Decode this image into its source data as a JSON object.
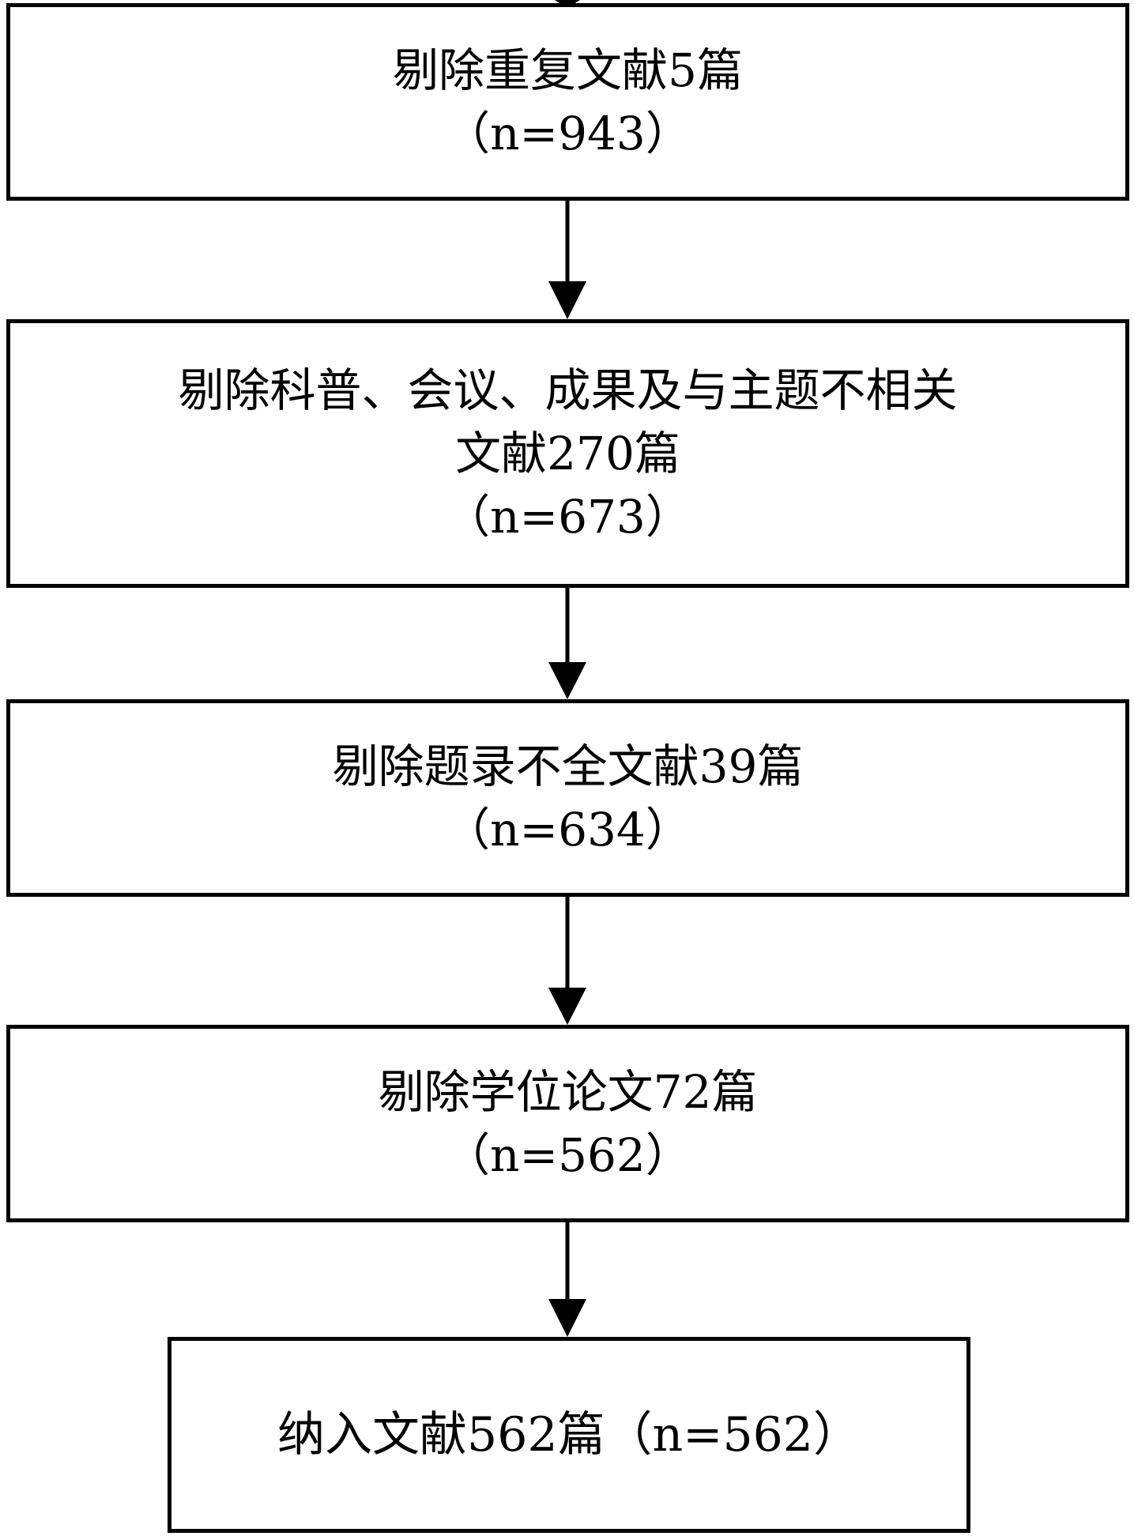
{
  "boxes": [
    {
      "lines": [
        "剔除重复文献5篇",
        "（n=943）"
      ]
    },
    {
      "lines": [
        "剔除科普、会议、成果及与主题不相关",
        "文献270篇",
        "（n=673）"
      ]
    },
    {
      "lines": [
        "剔除题录不全文献39篇",
        "（n=634）"
      ]
    },
    {
      "lines": [
        "剔除学位论文72篇",
        "（n=562）"
      ]
    },
    {
      "lines": [
        "纳入文献562篇（n=562）"
      ]
    }
  ],
  "colors": {
    "stroke": "#000000",
    "background": "#ffffff"
  }
}
